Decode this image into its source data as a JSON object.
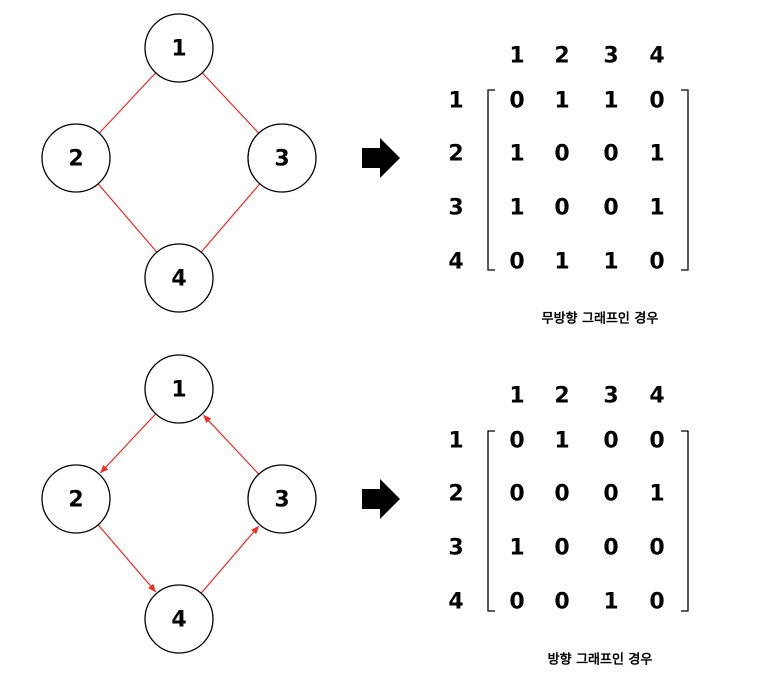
{
  "colors": {
    "edge": "#e8302a",
    "highlight": "#e81d1d",
    "text": "#000000",
    "node_fill": "#ffffff",
    "node_stroke": "#000000"
  },
  "sections": [
    {
      "id": "undirected",
      "directed": false,
      "caption": "무방향 그래프인 경우",
      "nodes": [
        "1",
        "2",
        "3",
        "4"
      ],
      "edges": [
        [
          "1",
          "2"
        ],
        [
          "1",
          "3"
        ],
        [
          "2",
          "4"
        ],
        [
          "3",
          "4"
        ]
      ],
      "col_headers": [
        "1",
        "2",
        "3",
        "4"
      ],
      "row_headers": [
        "1",
        "2",
        "3",
        "4"
      ],
      "matrix": [
        [
          "0",
          "1",
          "1",
          "0"
        ],
        [
          "1",
          "0",
          "0",
          "1"
        ],
        [
          "1",
          "0",
          "0",
          "1"
        ],
        [
          "0",
          "1",
          "1",
          "0"
        ]
      ],
      "highlight": []
    },
    {
      "id": "directed",
      "directed": true,
      "caption": "방향 그래프인 경우",
      "nodes": [
        "1",
        "2",
        "3",
        "4"
      ],
      "edges": [
        [
          "1",
          "2"
        ],
        [
          "2",
          "4"
        ],
        [
          "4",
          "3"
        ],
        [
          "3",
          "1"
        ]
      ],
      "col_headers": [
        "1",
        "2",
        "3",
        "4"
      ],
      "row_headers": [
        "1",
        "2",
        "3",
        "4"
      ],
      "matrix": [
        [
          "0",
          "1",
          "0",
          "0"
        ],
        [
          "0",
          "0",
          "0",
          "1"
        ],
        [
          "1",
          "0",
          "0",
          "0"
        ],
        [
          "0",
          "0",
          "1",
          "0"
        ]
      ],
      "highlight": [
        [
          0,
          2
        ],
        [
          1,
          0
        ],
        [
          2,
          3
        ],
        [
          3,
          1
        ]
      ]
    }
  ],
  "arrow_icon": "right-arrow-icon"
}
